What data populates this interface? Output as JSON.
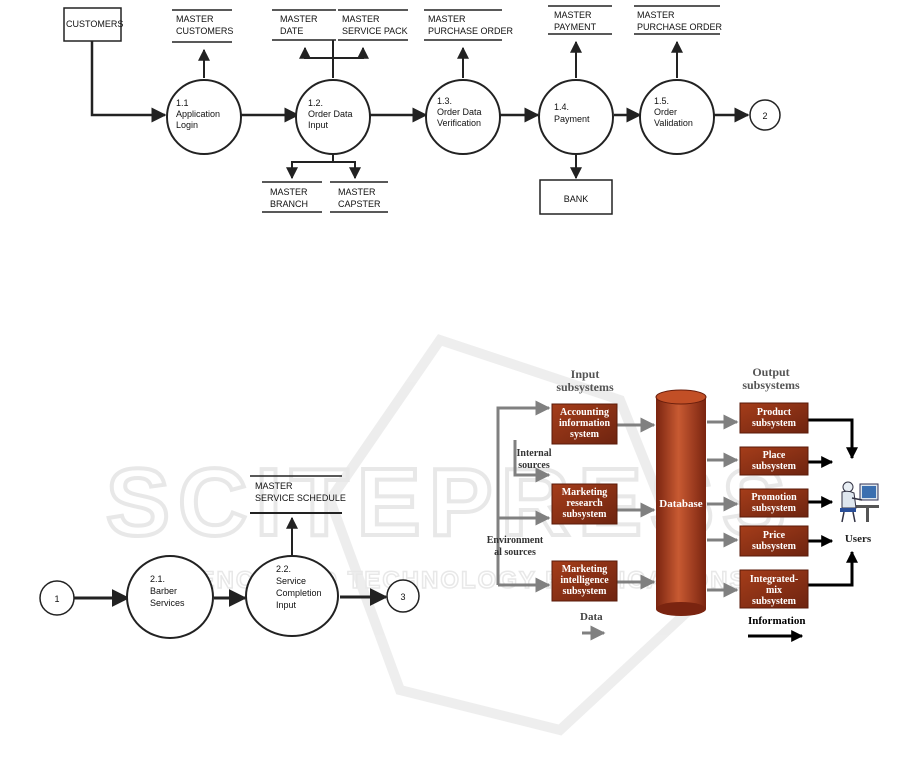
{
  "dfd_level1": {
    "external": {
      "customers": "CUSTOMERS",
      "bank": "BANK"
    },
    "processes": [
      {
        "num": "1.1",
        "lines": [
          "Application",
          "Login"
        ]
      },
      {
        "num": "1.2.",
        "lines": [
          "Order Data",
          "Input"
        ]
      },
      {
        "num": "1.3.",
        "lines": [
          "Order Data",
          "Verification"
        ]
      },
      {
        "num": "1.4.",
        "lines": [
          "Payment"
        ]
      },
      {
        "num": "1.5.",
        "lines": [
          "Order",
          "Validation"
        ]
      }
    ],
    "connector_out": "2",
    "stores": {
      "master_customers": [
        "MASTER",
        "CUSTOMERS"
      ],
      "master_date": [
        "MASTER",
        "DATE"
      ],
      "master_service_pack": [
        "MASTER",
        "SERVICE PACK"
      ],
      "master_purchase_order_1": [
        "MASTER",
        "PURCHASE ORDER"
      ],
      "master_payment": [
        "MASTER",
        "PAYMENT"
      ],
      "master_purchase_order_2": [
        "MASTER",
        "PURCHASE ORDER"
      ],
      "master_branch": [
        "MASTER",
        "BRANCH"
      ],
      "master_capster": [
        "MASTER",
        "CAPSTER"
      ]
    }
  },
  "dfd_level2": {
    "connector_in": "1",
    "processes": [
      {
        "num": "2.1.",
        "lines": [
          "Barber",
          "Services"
        ]
      },
      {
        "num": "2.2.",
        "lines": [
          "Service",
          "Completion",
          "Input"
        ]
      }
    ],
    "connector_out": "3",
    "store": [
      "MASTER",
      "SERVICE SCHEDULE"
    ]
  },
  "mis": {
    "headers": {
      "input": [
        "Input",
        "subsystems"
      ],
      "output": [
        "Output",
        "subsystems"
      ]
    },
    "input_boxes": [
      [
        "Accounting",
        "information",
        "system"
      ],
      [
        "Marketing",
        "research",
        "subsystem"
      ],
      [
        "Marketing",
        "intelligence",
        "subsystem"
      ]
    ],
    "sources": {
      "internal": [
        "Internal",
        "sources"
      ],
      "environmental": [
        "Environment",
        "al sources"
      ]
    },
    "database": "Database",
    "output_boxes": [
      [
        "Product",
        "subsystem"
      ],
      [
        "Place",
        "subsystem"
      ],
      [
        "Promotion",
        "subsystem"
      ],
      [
        "Price",
        "subsystem"
      ],
      [
        "Integrated-",
        "mix",
        "subsystem"
      ]
    ],
    "users": "Users",
    "legend": {
      "data": "Data",
      "information": "Information"
    },
    "colors": {
      "box": "#8b2e12",
      "box_text": "#ffffff",
      "cylinder": "#b8421d",
      "arrow_grey": "#808080"
    }
  },
  "watermark": {
    "line1": "SCITEPRESS",
    "line2": "SCIENCE AND TECHNOLOGY PUBLICATIONS"
  }
}
